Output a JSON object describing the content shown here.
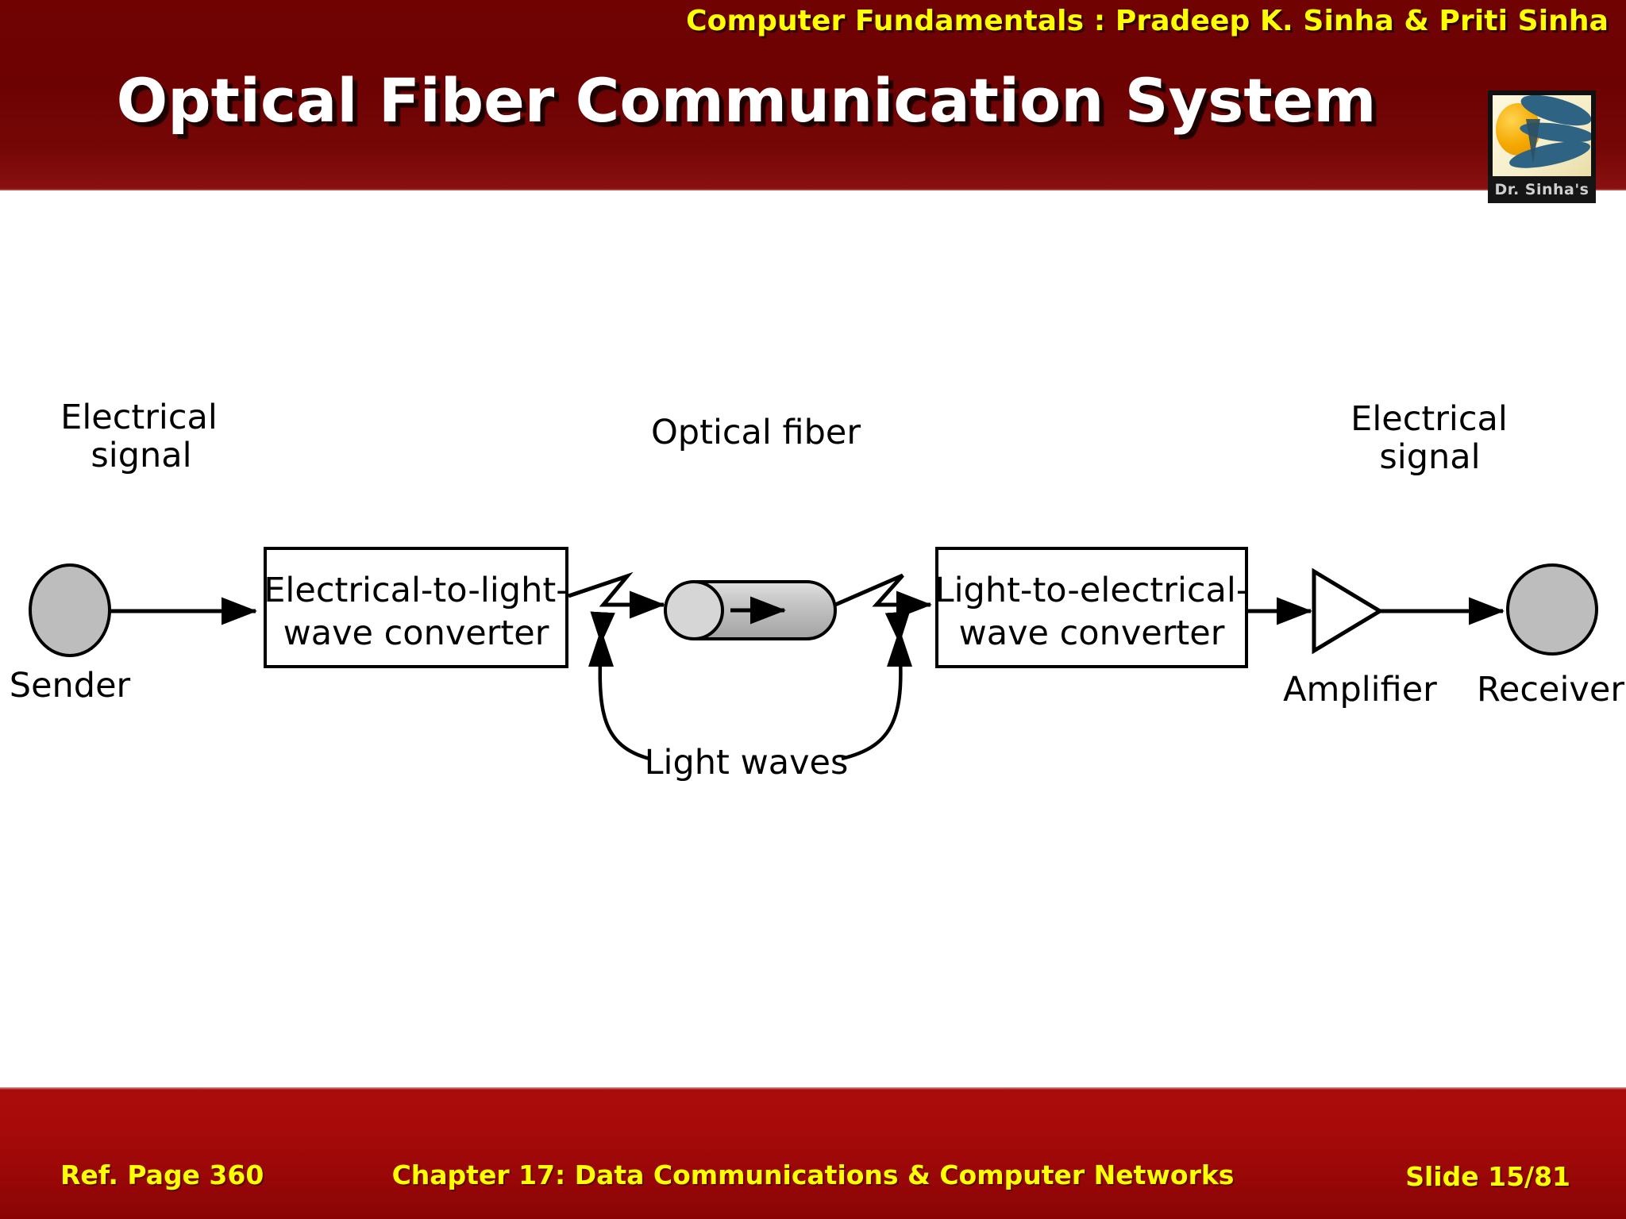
{
  "header": {
    "subtitle": "Computer Fundamentals : Pradeep K. Sinha & Priti Sinha",
    "title": "Optical Fiber Communication System",
    "band_color": "#6d0202",
    "title_color": "#ffffff",
    "subtitle_color": "#ffff00"
  },
  "logo": {
    "caption": "Dr. Sinha's",
    "icon_name": "ds-monogram-logo",
    "background_color": "#f5edc8",
    "accent_yellow": "#f5a800",
    "accent_blue": "#2e6384"
  },
  "diagram": {
    "title": "Optical Fiber Communication System block diagram",
    "nodes": {
      "sender": "Sender",
      "converter_out": "Electrical-to-light-\nwave converter",
      "converter_out_line1": "Electrical-to-light-",
      "converter_out_line2": "wave converter",
      "fiber": "Optical fiber",
      "converter_in_line1": "Light-to-electrical-",
      "converter_in_line2": "wave converter",
      "amplifier": "Amplifier",
      "receiver": "Receiver"
    },
    "labels": {
      "electrical_signal_left_line1": "Electrical",
      "electrical_signal_left_line2": "signal",
      "electrical_signal_right_line1": "Electrical",
      "electrical_signal_right_line2": "signal",
      "light_waves": "Light waves"
    },
    "colors": {
      "node_fill": "#bdbdbd",
      "box_fill": "#ffffff",
      "stroke": "#000000",
      "fiber_body_light": "#dcdcdc",
      "fiber_body_dark": "#aaaaaa",
      "fiber_cap": "#d6d6d6"
    }
  },
  "footer": {
    "ref_page": "Ref. Page  360",
    "chapter": "Chapter 17: Data Communications & Computer Networks",
    "slide_number": "Slide 15/81",
    "band_color": "#a80a0a",
    "text_color": "#ffff00"
  }
}
